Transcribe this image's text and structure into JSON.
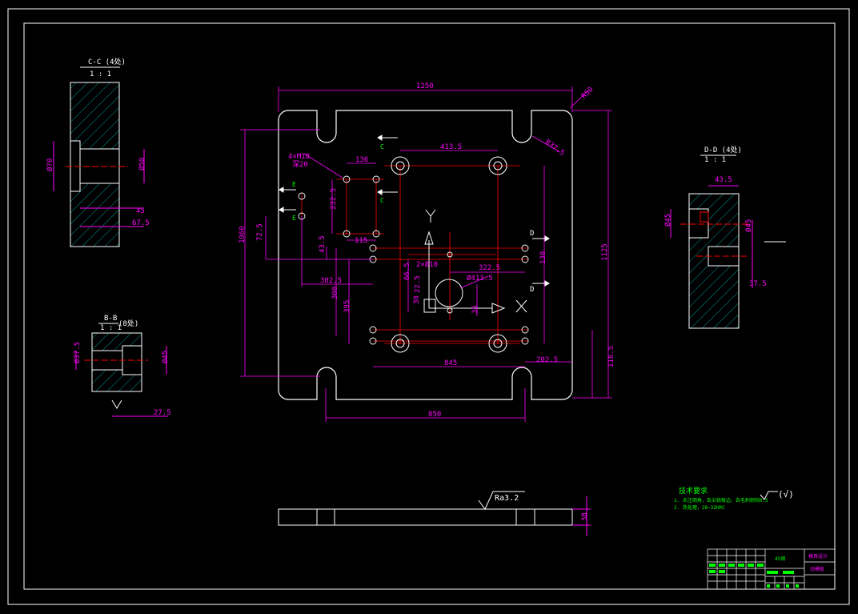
{
  "section_cc": {
    "title": "C-C (4处)",
    "scale": "1 : 1",
    "dims": [
      "Ø70",
      "Ø50",
      "45",
      "67.5"
    ]
  },
  "section_bb": {
    "title": "B-B",
    "scale": "1 : 1",
    "qty": "(8处)",
    "dims": [
      "Ø37.5",
      "Ø45",
      "27.5"
    ]
  },
  "section_dd": {
    "title": "D-D (4处)",
    "scale": "1 : 1",
    "dims": [
      "43.5",
      "Ø45",
      "Ø45",
      "37.5"
    ]
  },
  "main_view": {
    "dims": {
      "overall_width": "1250",
      "overall_height": "1060",
      "right_height": "1125",
      "corner": "R50",
      "corner_slot": "R37.5",
      "hole_callout": "4×M10",
      "hole_callout_sub": "深20",
      "d_4135": "413.5",
      "d_136": "136",
      "d_2325": "232.5",
      "d_115": "115",
      "d_725": "72.5",
      "d_435": "43.5",
      "d_3025": "302.5",
      "d_300": "300",
      "d_2x10": "2×Ø10",
      "d_3225": "322.5",
      "d_845": "845",
      "d_2025": "202.5",
      "d_1165": "116.5",
      "d_850": "850",
      "d_395": "395",
      "d_138": "138",
      "d_phi": "Ø413.5",
      "d_ver1": "66.5",
      "d_ver2": "22.5",
      "d_ver3": "30",
      "d_ver4": "35"
    },
    "section_markers": [
      "C",
      "C",
      "E",
      "E",
      "D",
      "D"
    ],
    "axis_y": "Y",
    "axis_x": "X"
  },
  "side_view": {
    "roughness": "Ra3.2",
    "thickness": "38"
  },
  "tech_requirements": {
    "title": "技术要求",
    "lines": [
      "1. 未注倒角，去尖锐棱边，去毛刺倒钝0.5",
      "2. 热处理，28~32HRC"
    ]
  },
  "roughness_other": "(√)",
  "title_block": {
    "company": "模具设计",
    "drawing": "动模板",
    "material": "45钢"
  },
  "colors": {
    "bg": "#000000",
    "outline": "#ffffff",
    "dimension": "#ff00ff",
    "center": "#ff0000",
    "note": "#00ff00"
  }
}
